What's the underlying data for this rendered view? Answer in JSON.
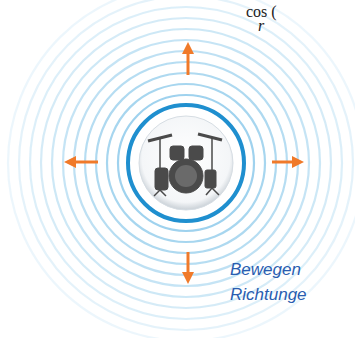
{
  "diagram": {
    "labels": [
      "cos (",
      "r",
      "Bewegen Richtunge"
    ]
  }
}
